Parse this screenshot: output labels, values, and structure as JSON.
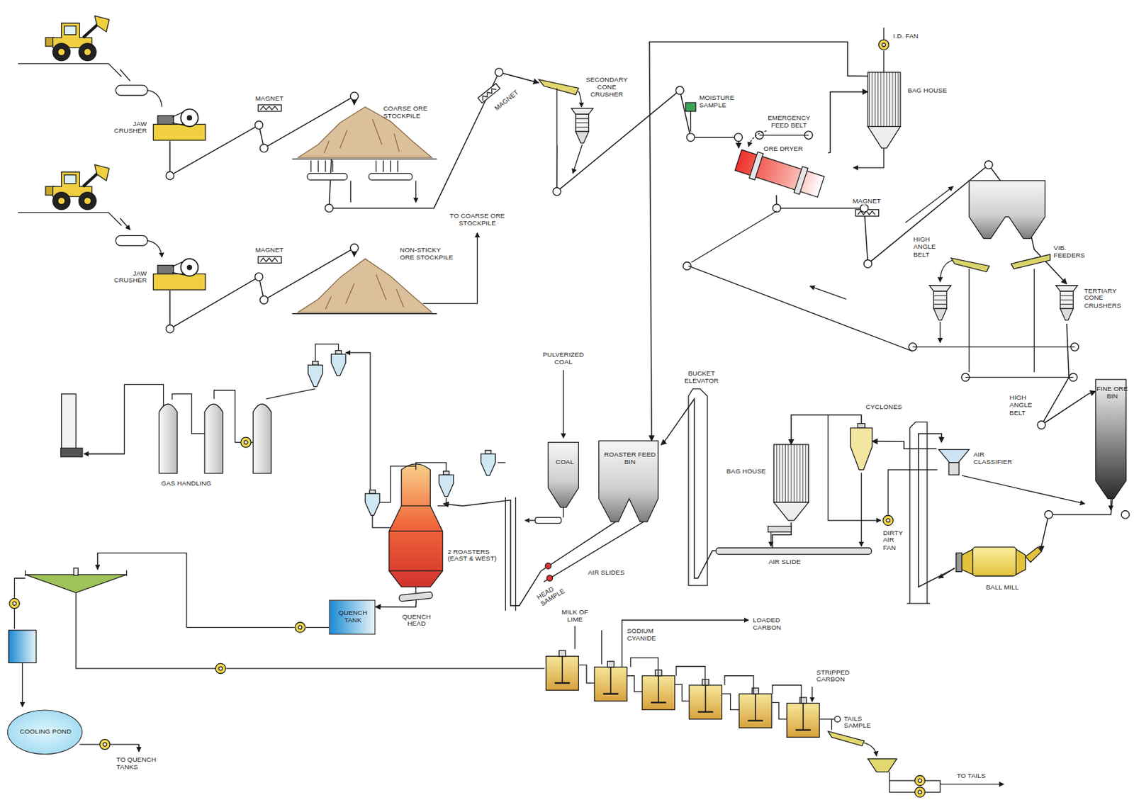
{
  "diagram": {
    "nodes": [
      {
        "text": [
          "JAW CRUSHER"
        ]
      },
      {
        "text": [
          "COARSE ORE STOCKPILE"
        ]
      },
      {
        "text": [
          "SECONDARY CONE CRUSHER"
        ]
      },
      {
        "text": [
          "BAG HOUSE"
        ]
      },
      {
        "text": [
          "ORE DRYER"
        ]
      },
      {
        "text": [
          "JAW CRUSHER"
        ]
      },
      {
        "text": [
          "NON-STICKY ORE STOCKPILE"
        ]
      },
      {
        "text": [
          "TERTIARY CONE CRUSHERS"
        ]
      },
      {
        "text": [
          "FINE ORE BIN"
        ]
      },
      {
        "text": [
          "COAL"
        ]
      },
      {
        "text": [
          "ROASTER FEED BIN"
        ]
      },
      {
        "text": [
          "2 ROASTERS (EAST & WEST)"
        ]
      },
      {
        "text": [
          "QUENCH TANK"
        ]
      },
      {
        "text": [
          "CYCLONES"
        ]
      },
      {
        "text": [
          "BAG HOUSE"
        ]
      },
      {
        "text": [
          "AIR CLASSIFIER"
        ]
      },
      {
        "text": [
          "BALL MILL"
        ]
      },
      {
        "text": [
          "COOLING POND"
        ]
      }
    ],
    "edges": [
      {
        "from": 0,
        "to": 1,
        "arrow": "to"
      },
      {
        "from": 5,
        "to": 6,
        "arrow": "to"
      },
      {
        "from": 1,
        "to": 2,
        "arrow": "to"
      },
      {
        "from": 2,
        "to": 4,
        "arrow": "to"
      },
      {
        "from": 4,
        "to": 3,
        "arrow": "to"
      },
      {
        "from": 3,
        "to": 10,
        "arrow": "to"
      },
      {
        "from": 4,
        "to": 7,
        "arrow": "to"
      },
      {
        "from": 7,
        "to": 8,
        "arrow": "to"
      },
      {
        "from": 8,
        "to": 16,
        "arrow": "to"
      },
      {
        "from": 16,
        "to": 15,
        "arrow": "to"
      },
      {
        "from": 15,
        "to": 13,
        "arrow": "to"
      },
      {
        "from": 13,
        "to": 14,
        "arrow": "to"
      },
      {
        "from": 14,
        "to": 10,
        "arrow": "to"
      },
      {
        "from": 10,
        "to": 11,
        "arrow": "to"
      },
      {
        "from": 11,
        "to": 12,
        "arrow": "to"
      }
    ],
    "labels": [
      "MAGNET",
      "MAGNET",
      "MAGNET",
      "TO COARSE ORE STOCKPILE",
      "MOISTURE SAMPLE",
      "EMERGENCY FEED BELT",
      "I.D. FAN",
      "MAGNET",
      "HIGH ANGLE BELT",
      "VIB. FEEDERS",
      "HIGH ANGLE BELT",
      "PULVERIZED COAL",
      "BUCKET ELEVATOR",
      "GAS HANDLING",
      "HEAD SAMPLE",
      "AIR SLIDES",
      "QUENCH HEAD",
      "AIR SLIDE",
      "DIRTY AIR FAN",
      "MILK OF LIME",
      "SODIUM CYANIDE",
      "LOADED CARBON",
      "STRIPPED CARBON",
      "TAILS SAMPLE",
      "TO TAILS",
      "TO QUENCH TANKS"
    ]
  }
}
